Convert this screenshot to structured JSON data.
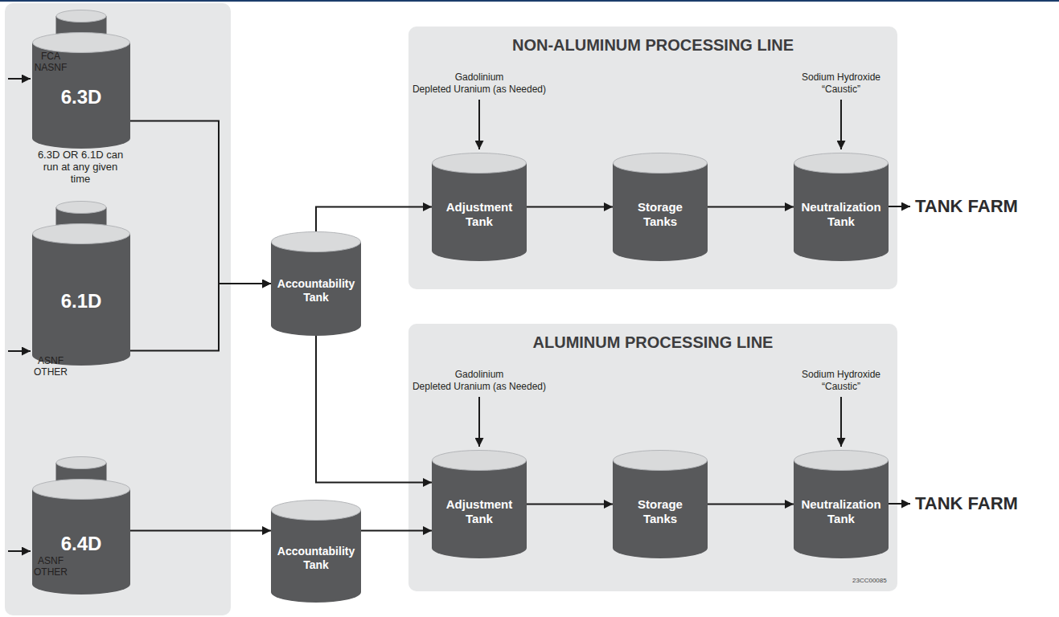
{
  "diagram": {
    "nodes": [
      {
        "text": [
          "6.3D"
        ]
      },
      {
        "text": [
          "NON-ALUMINUM PROCESSING LINE"
        ]
      },
      {
        "text": [
          "Adjustment Tank"
        ],
        "in": 1
      },
      {
        "text": [
          "Storage Tanks"
        ],
        "in": 1
      },
      {
        "text": [
          "Neutralization Tank"
        ],
        "in": 1
      },
      {
        "text": [
          "6.1D"
        ]
      },
      {
        "text": [
          "Accountability Tank"
        ]
      },
      {
        "text": [
          "ALUMINUM PROCESSING LINE"
        ]
      },
      {
        "text": [
          "Adjustment Tank"
        ],
        "in": 7
      },
      {
        "text": [
          "Storage Tanks"
        ],
        "in": 7
      },
      {
        "text": [
          "Neutralization Tank"
        ],
        "in": 7
      },
      {
        "text": [
          "6.4D"
        ]
      },
      {
        "text": [
          "Accountability Tank"
        ]
      }
    ],
    "edges": [
      {
        "from": 0,
        "to": 6,
        "arrow": "to"
      },
      {
        "from": 5,
        "to": 6,
        "arrow": "to"
      },
      {
        "from": 6,
        "to": 2,
        "arrow": "to"
      },
      {
        "from": 2,
        "to": 3,
        "arrow": "to"
      },
      {
        "from": 3,
        "to": 4,
        "arrow": "to"
      },
      {
        "from": 6,
        "to": 8,
        "arrow": "to"
      },
      {
        "from": 8,
        "to": 9,
        "arrow": "to"
      },
      {
        "from": 9,
        "to": 10,
        "arrow": "to"
      },
      {
        "from": 11,
        "to": 12,
        "arrow": "to"
      },
      {
        "from": 12,
        "to": 8,
        "arrow": "to"
      }
    ],
    "labels": [
      "FCA",
      "NASNF",
      "6.3D OR 6.1D can run at any given time",
      "ASNF",
      "OTHER",
      "ASNF",
      "OTHER",
      "Gadolinium",
      "Depleted Uranium (as Needed)",
      "Sodium Hydroxide",
      "“Caustic”",
      "TANK FARM",
      "Gadolinium",
      "Depleted Uranium (as Needed)",
      "Sodium Hydroxide",
      "“Caustic”",
      "TANK FARM",
      "23CC00085"
    ]
  }
}
